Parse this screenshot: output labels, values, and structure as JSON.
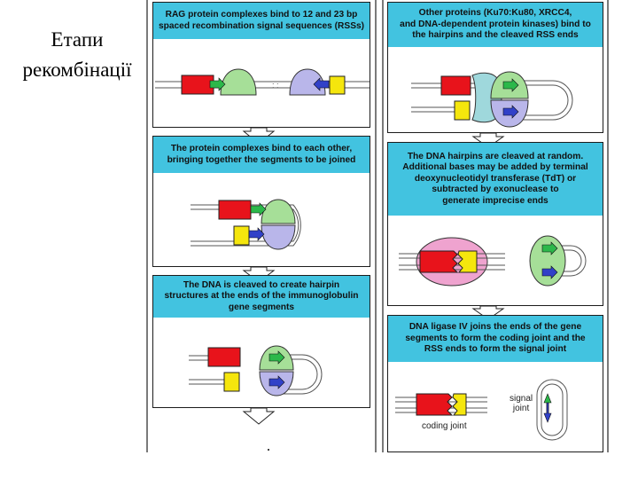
{
  "slide": {
    "title": [
      "Етапи",
      "рекомбінації"
    ]
  },
  "left_column": [
    {
      "caption": [
        "RAG protein complexes bind to 12 and 23 bp",
        "spaced recombination signal sequences (RSSs)"
      ]
    },
    {
      "caption": [
        "The protein complexes bind to each other,",
        "bringing together the segments to be joined"
      ]
    },
    {
      "caption": [
        "The DNA is cleaved to create hairpin",
        "structures at the ends of the immunoglobulin",
        "gene segments"
      ]
    }
  ],
  "right_column": [
    {
      "caption": [
        "Other proteins (Ku70:Ku80, XRCC4,",
        "and DNA-dependent protein kinases) bind to",
        "the hairpins and the cleaved RSS ends"
      ]
    },
    {
      "caption": [
        "The DNA hairpins are cleaved at random.",
        "Additional bases may be added by terminal",
        "deoxynucleotidyl transferase (TdT) or",
        "subtracted by exonuclease to",
        "generate imprecise ends"
      ]
    },
    {
      "caption": [
        "DNA ligase IV joins the ends of the gene",
        "segments to form the coding joint and the",
        "RSS ends to form the signal joint"
      ]
    }
  ],
  "labels": {
    "signal_joint": [
      "signal",
      "joint"
    ],
    "coding_joint": "coding joint"
  },
  "colors": {
    "caption_bg": "#42c3e0",
    "red_segment": "#e8131b",
    "yellow_segment": "#f5e60d",
    "green_protein": "#a6df98",
    "blue_protein": "#b9b6ea",
    "teal_protein": "#9fd8dc",
    "pink_protein": "#efa3cf",
    "arrow_green": "#2cb84a",
    "arrow_blue": "#3141c8"
  }
}
